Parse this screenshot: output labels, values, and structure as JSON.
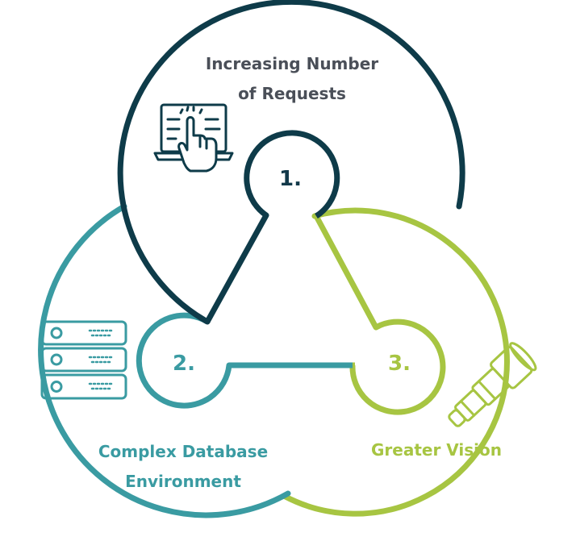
{
  "colors": {
    "dark": "#0e3b49",
    "teal": "#3a9ba2",
    "green": "#a7c542",
    "number_text": "#12394a",
    "label_dark": "#4a4f58"
  },
  "sections": [
    {
      "id": "requests",
      "number": "1.",
      "title_lines": [
        "Increasing Number",
        "of Requests"
      ],
      "icon": "touch-screen-icon",
      "color": "#0e3b49"
    },
    {
      "id": "database",
      "number": "2.",
      "title_lines": [
        "Complex Database",
        "Environment"
      ],
      "icon": "server-rack-icon",
      "color": "#3a9ba2"
    },
    {
      "id": "vision",
      "number": "3.",
      "title_lines": [
        "Greater Vision"
      ],
      "icon": "telescope-icon",
      "color": "#a7c542"
    }
  ]
}
